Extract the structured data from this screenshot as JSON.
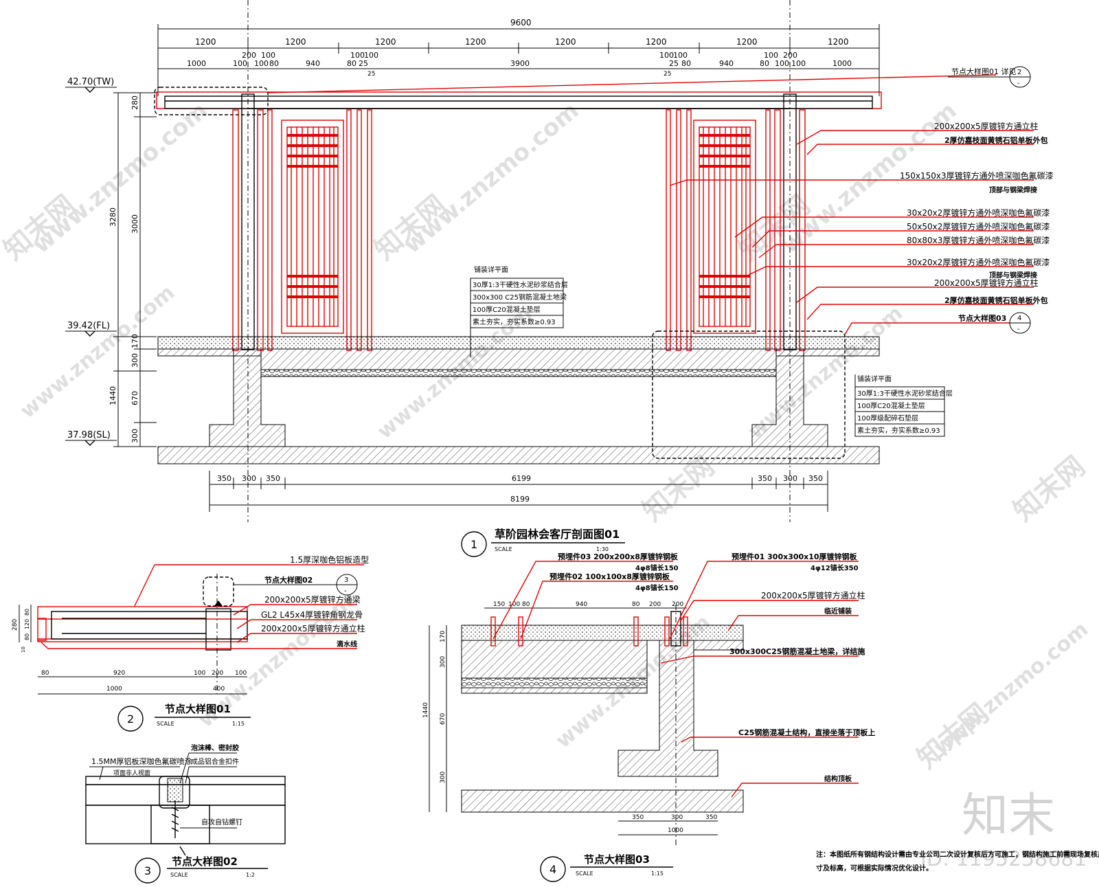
{
  "watermarks": {
    "site": "www.znzmo.com",
    "brand_cn": "知末网",
    "logo": "知末",
    "id_text": "ID: 1195258681"
  },
  "section1": {
    "title": "草阶园林会客厅剖面图01",
    "number": "1",
    "scale_label": "SCALE",
    "scale": "1:30",
    "top_dims": {
      "total": "9600",
      "modules": [
        "1200",
        "1200",
        "1200",
        "1200",
        "1200",
        "1200",
        "1200",
        "1200"
      ],
      "detail": [
        "1000",
        "200",
        "100",
        "100",
        "100",
        "80",
        "940",
        "80",
        "25",
        "100",
        "100",
        "3900",
        "100",
        "100",
        "25",
        "80",
        "940",
        "80",
        "100",
        "100",
        "200",
        "100",
        "1000"
      ],
      "extra": [
        "25",
        "25"
      ]
    },
    "left_dims": [
      "280",
      "3280",
      "3000",
      "170",
      "300",
      "1440",
      "670",
      "300"
    ],
    "levels": [
      "42.70(TW)",
      "39.42(FL)",
      "37.98(SL)"
    ],
    "bottom_dims": {
      "row1": [
        "350",
        "300",
        "350",
        "6199",
        "350",
        "300",
        "350"
      ],
      "total": "8199"
    },
    "callouts": [
      {
        "text": "节点大样图01 详见",
        "ref": "2"
      },
      {
        "text": "200x200x5厚镀锌方通立柱"
      },
      {
        "text": "2厚仿嘉枝面黄锈石铝单板外包"
      },
      {
        "text": "150x150x3厚镀锌方通外喷深咖色氟碳漆"
      },
      {
        "text": "顶部与钢梁焊接"
      },
      {
        "text": "30x20x2厚镀锌方通外喷深咖色氟碳漆"
      },
      {
        "text": "50x50x2厚镀锌方通外喷深咖色氟碳漆"
      },
      {
        "text": "80x80x3厚镀锌方通外喷深咖色氟碳漆"
      },
      {
        "text": "30x20x2厚镀锌方通外喷深咖色氟碳漆"
      },
      {
        "text": "顶部与钢梁焊接"
      },
      {
        "text": "200x200x5厚镀锌方通立柱"
      },
      {
        "text": "2厚仿嘉枝面黄锈石铝单板外包"
      },
      {
        "text": "节点大样图03",
        "ref": "4"
      }
    ],
    "layer_box1": {
      "heading": "铺装详平面",
      "rows": [
        "30厚1:3干硬性水泥砂浆结合层",
        "300x300 C25钢筋混凝土地梁",
        "100厚C20混凝土垫层",
        "素土夯实，夯实系数≥0.93"
      ]
    },
    "layer_box2": {
      "heading": "铺装详平面",
      "rows": [
        "30厚1:3干硬性水泥砂浆结合层",
        "100厚C20混凝土垫层",
        "100厚级配碎石垫层",
        "素土夯实，夯实系数≥0.93"
      ]
    }
  },
  "section2": {
    "title": "节点大样图01",
    "number": "2",
    "scale_label": "SCALE",
    "scale": "1:15",
    "labels": [
      "1.5厚深咖色铝板造型",
      "节点大样图02",
      "200x200x5厚镀锌方通梁",
      "GL2 L45x4厚镀锌角钢龙骨",
      "200x200x5厚镀锌方通立柱",
      "滴水线"
    ],
    "ref": "3",
    "left_dims": [
      "280",
      "80",
      "120",
      "80",
      "10"
    ],
    "bottom_dims": [
      "80",
      "920",
      "100",
      "200",
      "100"
    ],
    "bottom_totals": [
      "1000",
      "400"
    ]
  },
  "section3": {
    "title": "节点大样图02",
    "number": "3",
    "scale_label": "SCALE",
    "scale": "1:2",
    "labels": [
      "泡沫棒、密封胶",
      "1.5MM厚铝板深咖色氟碳喷涂",
      "成品铝合金扣件",
      "项面非人视面",
      "自攻自钻螺钉"
    ]
  },
  "section4": {
    "title": "节点大样图03",
    "number": "4",
    "scale_label": "SCALE",
    "scale": "1:15",
    "labels": [
      "预埋件03 200x200x8厚镀锌钢板",
      "4φ8锚长150",
      "预埋件02 100x100x8厚镀锌钢板",
      "4φ8锚长150",
      "预埋件01 300x300x10厚镀锌钢板",
      "4φ12锚长350",
      "200x200x5厚镀锌方通立柱",
      "临近铺装",
      "300x300C25钢筋混凝土地梁，详结施",
      "C25钢筋混凝土结构，直接坐落于顶板上",
      "结构顶板"
    ],
    "top_dims": [
      "150",
      "100",
      "80",
      "940",
      "80",
      "200",
      "200"
    ],
    "left_dims": [
      "170",
      "300",
      "1440",
      "670",
      "300"
    ],
    "bottom_dims": [
      "350",
      "300",
      "350"
    ],
    "bottom_total": "1000"
  },
  "note": {
    "line1": "注：本图纸所有钢结构设计需由专业公司二次设计复核后方可施工，钢结构施工前需现场复核尺",
    "line2": "寸及标高，可根据实际情况优化设计。"
  }
}
